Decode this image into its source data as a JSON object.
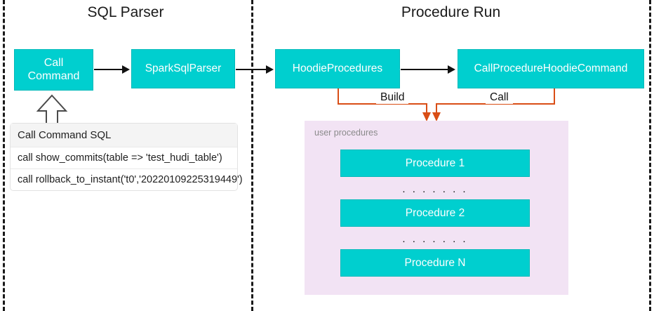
{
  "sections": {
    "left_title": "SQL Parser",
    "right_title": "Procedure Run"
  },
  "nodes": {
    "call_command": "Call\nCommand",
    "call_command_line1": "Call",
    "call_command_line2": "Command",
    "spark_sql_parser": "SparkSqlParser",
    "hoodie_procedures": "HoodieProcedures",
    "call_procedure_hoodie_command": "CallProcedureHoodieCommand"
  },
  "edges": {
    "build_label": "Build",
    "call_label": "Call"
  },
  "sql_table": {
    "header": "Call Command SQL",
    "rows": [
      "call show_commits(table => 'test_hudi_table')",
      "call rollback_to_instant('t0','20220109225319449')"
    ]
  },
  "procedures_panel": {
    "label": "user procedures",
    "items": [
      "Procedure 1",
      "Procedure 2",
      "Procedure N"
    ],
    "ellipsis": ". . . . . . ."
  },
  "colors": {
    "box_fill": "#00CFCF",
    "box_text": "#FFFFFF",
    "panel_fill": "#F2E3F4",
    "connector_orange": "#D94E16",
    "arrow_black": "#111111",
    "divider": "#1A1A1A",
    "table_header_fill": "#F4F4F4",
    "panel_label_text": "#8A8A8A"
  }
}
